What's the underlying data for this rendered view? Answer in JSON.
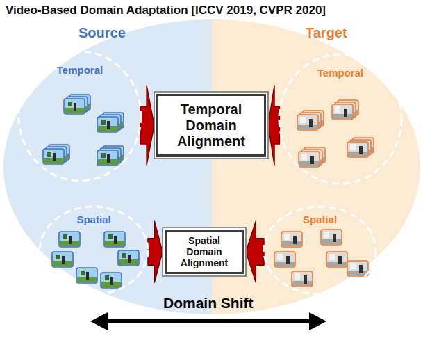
{
  "diagram": {
    "title": "Video-Based Domain Adaptation [ICCV 2019, CVPR 2020]",
    "nodes": [
      {
        "text": [
          "Temporal"
        ]
      },
      {
        "text": [
          "Temporal Domain Alignment"
        ]
      },
      {
        "text": [
          "Temporal"
        ]
      },
      {
        "text": [
          "Spatial"
        ]
      },
      {
        "text": [
          "Spatial Domain Alignment"
        ]
      },
      {
        "text": [
          "Spatial"
        ]
      }
    ],
    "edges": [
      {
        "from": 0,
        "to": 1,
        "arrow": "to"
      },
      {
        "from": 2,
        "to": 1,
        "arrow": "to"
      },
      {
        "from": 3,
        "to": 4,
        "arrow": "to"
      },
      {
        "from": 5,
        "to": 4,
        "arrow": "to"
      }
    ],
    "labels": [
      "Source",
      "Target",
      "Domain Shift"
    ]
  }
}
